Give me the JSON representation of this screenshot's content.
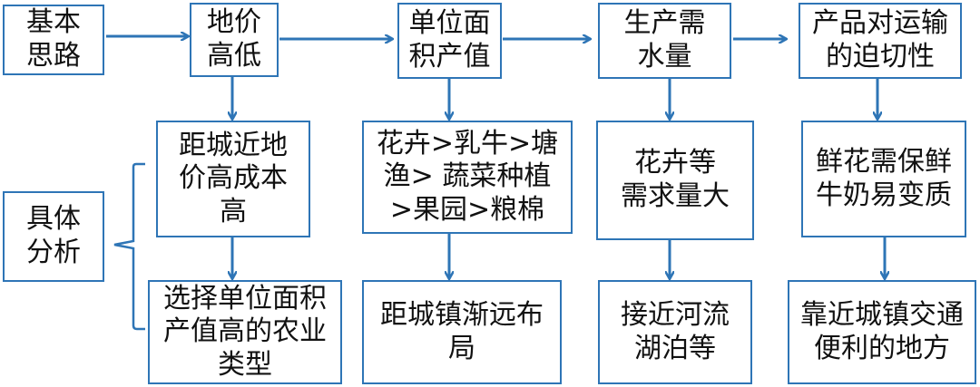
{
  "colors": {
    "line": "#2E75B6",
    "box_border": "#2E75B6",
    "text": "#111111"
  },
  "row_labels": {
    "idea": "基本\n思路",
    "analysis": "具体\n分析"
  },
  "columns": [
    {
      "factor": "地价\n高低",
      "analysis": "距城近地\n价高成本\n高",
      "result": "选择单位面积\n产值高的农业\n类型"
    },
    {
      "factor": "单位面\n积产值",
      "analysis": "花卉>乳牛>塘\n渔> 蔬菜种植\n>果园>粮棉",
      "result": "距城镇渐远布\n局"
    },
    {
      "factor": "生产需\n水量",
      "analysis": "花卉等\n需求量大",
      "result": "接近河流\n湖泊等"
    },
    {
      "factor": "产品对运输\n的迫切性",
      "analysis": "鲜花需保鲜\n牛奶易变质",
      "result": "靠近城镇交通\n便利的地方"
    }
  ]
}
